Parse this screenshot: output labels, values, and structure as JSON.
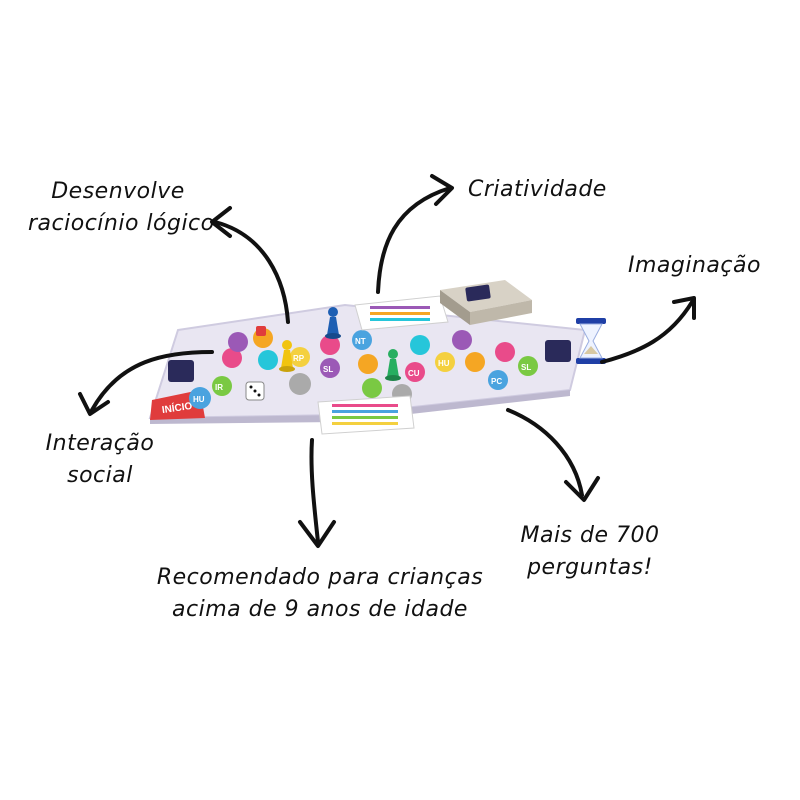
{
  "colors": {
    "ink": "#111111",
    "board": "#e9e6f2",
    "start_red": "#e03c3c",
    "space_colors": [
      "#f5a623",
      "#e94b8a",
      "#7ac943",
      "#4aa3df",
      "#9b59b6",
      "#f4d03f",
      "#26c6da",
      "#ff7f50"
    ]
  },
  "labels": {
    "logic_line1": "Desenvolve",
    "logic_line2": "raciocínio lógico",
    "creativity": "Criatividade",
    "imagination": "Imaginação",
    "social_line1": "Interação",
    "social_line2": "social",
    "questions_line1": "Mais de 700",
    "questions_line2": "perguntas!",
    "age_line1": "Recomendado para crianças",
    "age_line2": "acima de 9 anos de idade"
  },
  "board": {
    "start_label": "INÍCIO",
    "space_codes": [
      "HU",
      "IR",
      "RP",
      "SL",
      "NT",
      "CU",
      "HU",
      "PC",
      "SL"
    ]
  },
  "icons": [
    "arrow-logic-icon",
    "arrow-creativity-icon",
    "arrow-imagination-icon",
    "arrow-social-icon",
    "arrow-age-icon",
    "arrow-questions-icon",
    "hourglass-icon",
    "dice-icon",
    "pawn-icon",
    "card-box-icon"
  ]
}
